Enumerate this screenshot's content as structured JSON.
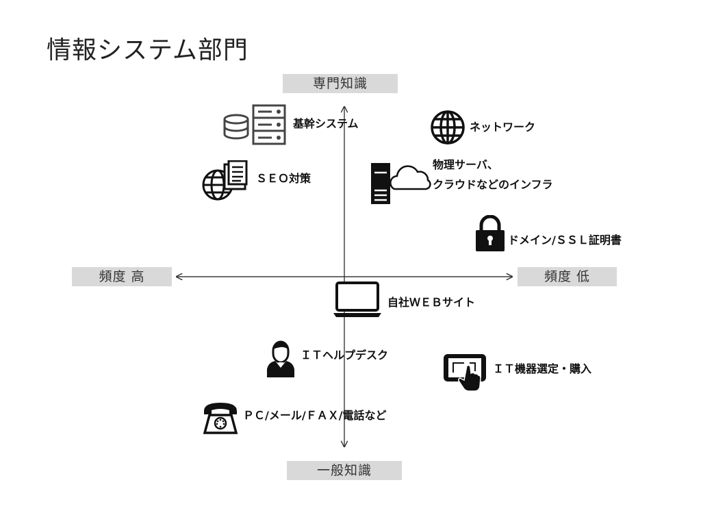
{
  "title": "情報システム部門",
  "axes": {
    "top": "専門知識",
    "bottom": "一般知識",
    "left": "頻度 高",
    "right": "頻度 低"
  },
  "items": {
    "core_system": {
      "label": "基幹システム",
      "icon": "database-server-icon"
    },
    "network": {
      "label": "ネットワーク",
      "icon": "globe-icon"
    },
    "seo": {
      "label": "ＳＥＯ対策",
      "icon": "globe-document-icon"
    },
    "infra": {
      "label_line1": "物理サーバ、",
      "label_line2": "クラウドなどのインフラ",
      "icon": "server-cloud-icon"
    },
    "domain_ssl": {
      "label": "ドメイン/ＳＳＬ証明書",
      "icon": "lock-icon"
    },
    "web": {
      "label": "自社ＷＥＢサイト",
      "icon": "laptop-icon"
    },
    "helpdesk": {
      "label": "ＩＴヘルプデスク",
      "icon": "support-person-icon"
    },
    "it_equipment": {
      "label": "ＩＴ機器選定・購入",
      "icon": "tablet-touch-icon"
    },
    "pc_mail": {
      "label": "ＰＣ/メール/ＦＡＸ/電話など",
      "icon": "telephone-icon"
    }
  }
}
